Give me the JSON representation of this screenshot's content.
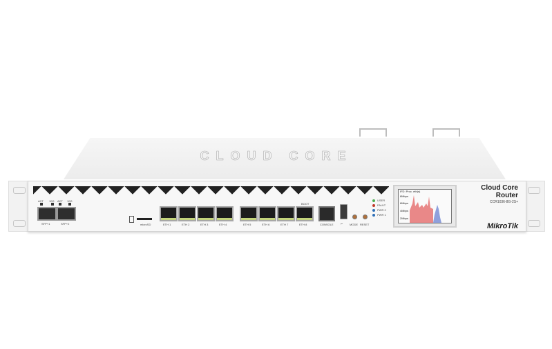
{
  "product": {
    "name": "Cloud Core Router",
    "model": "CCR1036-8G-2S+",
    "brand": "MikroTik",
    "top_logo": "CLOUD CORE"
  },
  "front_panel": {
    "sfp_ports": [
      {
        "label": "SFP+1",
        "leds": [
          "ACT",
          "10G"
        ]
      },
      {
        "label": "SFP+2",
        "leds": [
          "ACT",
          "10G"
        ]
      }
    ],
    "microsd_label": "microSD",
    "ethernet_ports": [
      "ETH 1",
      "ETH 2",
      "ETH 3",
      "ETH 4",
      "ETH 5",
      "ETH 6",
      "ETH 7",
      "ETH 8"
    ],
    "boot_label": "BOOT",
    "console_label": "CONSOLE",
    "buttons": [
      "MODE",
      "RESET"
    ],
    "status_leds": [
      {
        "label": "USER",
        "color": "#4caf50"
      },
      {
        "label": "FAULT",
        "color": "#c0392b"
      },
      {
        "label": "PWR 2",
        "color": "#2e6fb7"
      },
      {
        "label": "PWR 1",
        "color": "#2e6fb7"
      }
    ]
  },
  "lcd": {
    "header": "IFD: Proc. eth(s)",
    "y_labels": [
      "8Mbps",
      "6Mbps",
      "4Mbps",
      "2Mbps"
    ],
    "series_colors": [
      "#e57373",
      "#7b8fd6"
    ]
  }
}
